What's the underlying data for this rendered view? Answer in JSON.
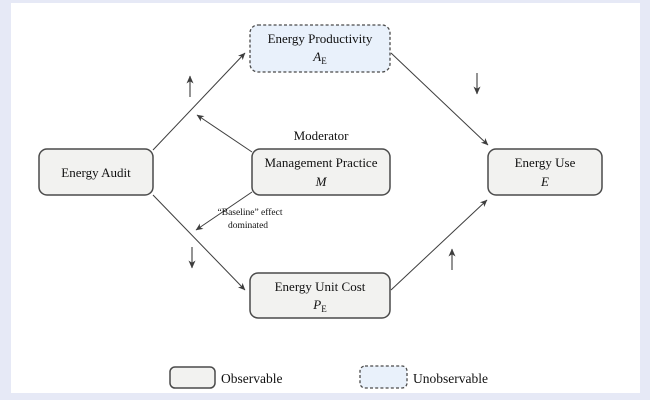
{
  "frame": {
    "background_color": "#e6e9f6",
    "canvas_color": "#ffffff"
  },
  "diagram": {
    "colors": {
      "observable_fill": "#f2f2f0",
      "unobservable_fill": "#e9f1fb",
      "box_border": "#4a4a4a",
      "arrow_color": "#3d3d3d",
      "text_color": "#111111"
    },
    "nodes": {
      "energy_productivity": {
        "label": "Energy Productivity",
        "symbol": "A",
        "symbol_sub": "E",
        "type": "unobservable"
      },
      "energy_audit": {
        "label": "Energy Audit",
        "type": "observable"
      },
      "management_practice": {
        "label": "Management Practice",
        "symbol": "M",
        "type": "observable"
      },
      "energy_use": {
        "label": "Energy Use",
        "symbol": "E",
        "type": "observable"
      },
      "energy_unit_cost": {
        "label": "Energy Unit Cost",
        "symbol": "P",
        "symbol_sub": "E",
        "type": "observable"
      }
    },
    "annotations": {
      "moderator_label": "Moderator",
      "baseline_note_line1": "“Baseline” effect",
      "baseline_note_line2": "dominated"
    },
    "icons": {
      "increase_arrow": "↑",
      "decrease_arrow": "↓"
    },
    "legend": {
      "observable_label": "Observable",
      "unobservable_label": "Unobservable"
    }
  }
}
